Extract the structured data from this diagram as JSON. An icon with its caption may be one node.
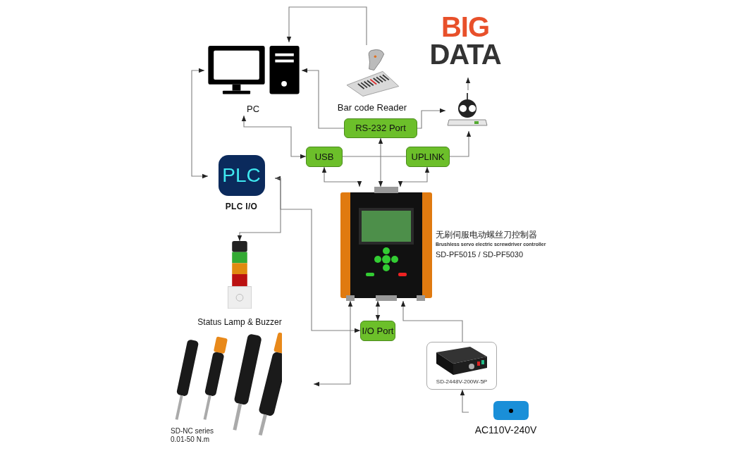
{
  "diagram": {
    "nodes": [
      {
        "text": [
          "PC"
        ]
      },
      {
        "text": [
          "Bar code Reader"
        ]
      },
      {
        "text": [
          "BIG",
          "DATA"
        ]
      },
      {
        "text": [],
        "shape": "picture"
      },
      {
        "text": [
          "RS-232 Port"
        ]
      },
      {
        "text": [
          "USB"
        ]
      },
      {
        "text": [
          "UPLINK"
        ]
      },
      {
        "text": [
          "PLC",
          "PLC I/O"
        ]
      },
      {
        "text": [],
        "shape": "picture",
        "beside": [
          "无刷伺服电动螺丝刀控制器",
          "Brushless servo electric screwdriver controller",
          "SD-PF5015 / SD-PF5030"
        ]
      },
      {
        "text": [
          "Status Lamp & Buzzer"
        ]
      },
      {
        "text": [
          "I/O Port"
        ]
      },
      {
        "text": [
          "SD-NC series 0.01-50 N.m"
        ]
      },
      {
        "text": [
          "SD-2448V-200W-5P"
        ]
      },
      {
        "text": [
          "AC110V-240V"
        ]
      }
    ],
    "edges": [
      {
        "from": 1,
        "to": 0,
        "arrow": "to"
      },
      {
        "from": 4,
        "to": 0,
        "arrow": "to"
      },
      {
        "from": 4,
        "to": 3,
        "arrow": "to"
      },
      {
        "from": 3,
        "to": 2,
        "arrow": "to"
      },
      {
        "from": 0,
        "to": 5,
        "arrow": "both"
      },
      {
        "from": 5,
        "to": 6,
        "arrow": "none"
      },
      {
        "from": 6,
        "to": 3,
        "arrow": "to"
      },
      {
        "from": 5,
        "to": 8,
        "arrow": "both"
      },
      {
        "from": 4,
        "to": 8,
        "arrow": "both"
      },
      {
        "from": 6,
        "to": 8,
        "arrow": "both"
      },
      {
        "from": 0,
        "to": 7,
        "arrow": "both"
      },
      {
        "from": 7,
        "to": 10,
        "arrow": "both"
      },
      {
        "from": 7,
        "to": 9,
        "arrow": "to"
      },
      {
        "from": 8,
        "to": 10,
        "arrow": "both"
      },
      {
        "from": 8,
        "to": 11,
        "arrow": "both"
      },
      {
        "from": 12,
        "to": 8,
        "arrow": "to"
      },
      {
        "from": 13,
        "to": 12,
        "arrow": "to"
      }
    ]
  }
}
